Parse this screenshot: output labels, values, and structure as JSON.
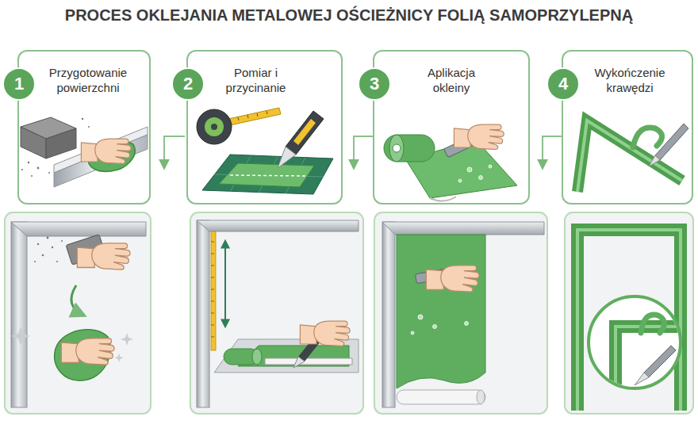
{
  "diagram": {
    "title": "PROCES OKLEJANIA METALOWEJ OŚCIEŻNICY FOLIĄ SAMOPRZYLEPNĄ",
    "nodes": [
      {
        "text": [
          "Przygotowanie powierzchni"
        ]
      },
      {
        "text": [
          "1"
        ],
        "in": 0
      },
      {
        "text": [
          "Pomiar i przycinanie"
        ]
      },
      {
        "text": [
          "2"
        ],
        "in": 2
      },
      {
        "text": [
          "Aplikacja okleiny"
        ]
      },
      {
        "text": [
          "3"
        ],
        "in": 4
      },
      {
        "text": [
          "Wykończenie krawędzi"
        ]
      },
      {
        "text": [
          "4"
        ],
        "in": 6
      }
    ]
  }
}
